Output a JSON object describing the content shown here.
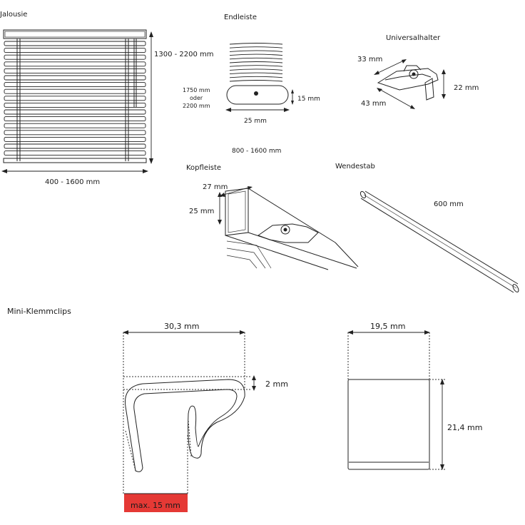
{
  "sections": {
    "jalousie": "Jalousie",
    "endleiste": "Endleiste",
    "universalhalter": "Universalhalter",
    "kopfleiste": "Kopfleiste",
    "wendestab": "Wendestab",
    "klemmclips": "Mini-Klemmclips"
  },
  "dimensions": {
    "jalousie_height": "1300 - 2200 mm",
    "jalousie_width": "400 - 1600 mm",
    "endleiste_len1": "1750 mm",
    "endleiste_oder": "oder",
    "endleiste_len2": "2200 mm",
    "endleiste_height": "15 mm",
    "endleiste_width": "25 mm",
    "endleiste_range": "800 - 1600 mm",
    "halter_33": "33 mm",
    "halter_43": "43 mm",
    "halter_22": "22 mm",
    "kopf_27": "27 mm",
    "kopf_25": "25 mm",
    "wendestab_len": "600 mm",
    "clip_width": "30,3 mm",
    "clip_thickness": "2 mm",
    "clip_max": "max. 15 mm",
    "clip_side_width": "19,5 mm",
    "clip_side_height": "21,4 mm"
  },
  "colors": {
    "highlight": "#e53935",
    "line": "#222222"
  }
}
